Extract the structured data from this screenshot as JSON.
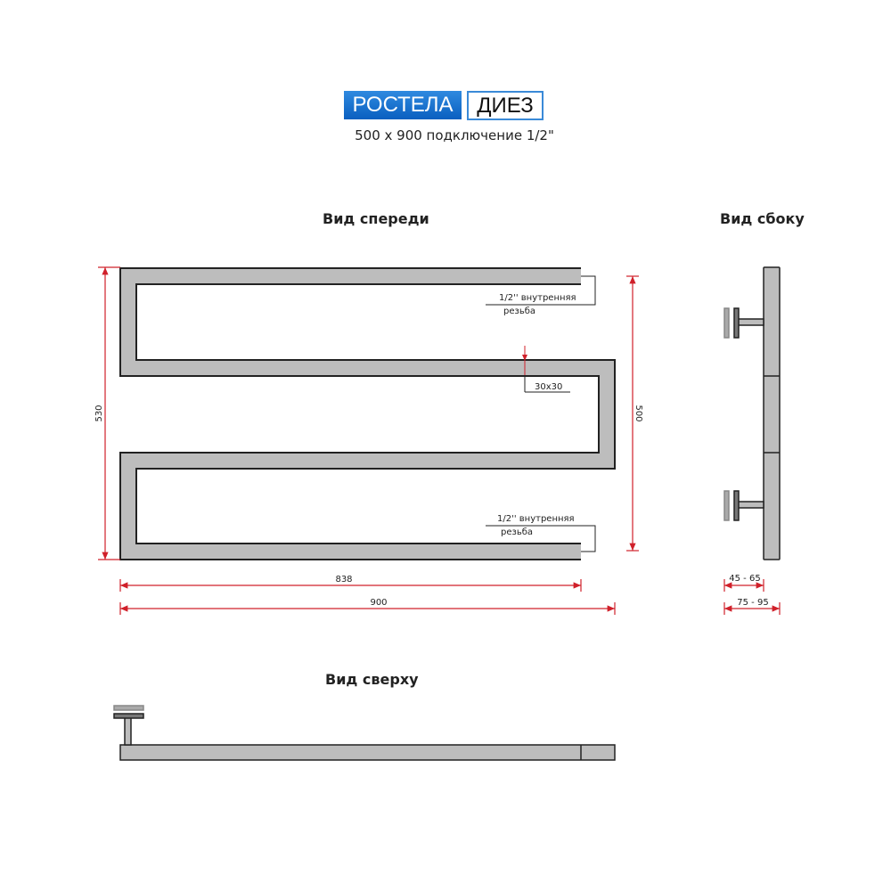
{
  "logo": {
    "left": "РОСТЕЛА",
    "right": "ДИЕЗ"
  },
  "subtitle": "500 x 900 подключение 1/2\"",
  "views": {
    "front": "Вид спереди",
    "side": "Вид сбоку",
    "top": "Вид сверху"
  },
  "annotations": {
    "thread_line1": "1/2'' внутренняя",
    "thread_line2": "резьба",
    "profile": "30x30"
  },
  "dimensions": {
    "height_outer": "530",
    "height_axis": "500",
    "width_axis": "838",
    "width_outer": "900",
    "wall_min": "45 - 65",
    "wall_max": "75 - 95"
  },
  "colors": {
    "tube": "#bdbdbd",
    "outline": "#222222",
    "dimension": "#d0202a",
    "logo_blue": "#1a70d0"
  }
}
